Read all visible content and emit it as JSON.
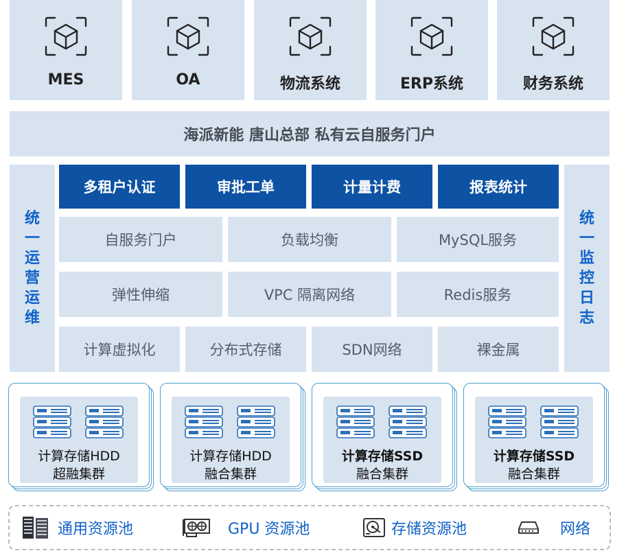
{
  "apps": [
    {
      "label": "MES",
      "icon": "cube-icon"
    },
    {
      "label": "OA",
      "icon": "cube-icon"
    },
    {
      "label": "物流系统",
      "icon": "cube-icon"
    },
    {
      "label": "ERP系统",
      "icon": "cube-icon"
    },
    {
      "label": "财务系统",
      "icon": "cube-icon"
    }
  ],
  "portal_title": "海派新能 唐山总部 私有云自服务门户",
  "left_side": [
    "统",
    "一",
    "运",
    "营",
    "运",
    "维"
  ],
  "right_side": [
    "统",
    "一",
    "监",
    "控",
    "日",
    "志"
  ],
  "top_services": [
    "多租户认证",
    "审批工单",
    "计量计费",
    "报表统计"
  ],
  "services_row1": [
    "自服务门户",
    "负载均衡",
    "MySQL服务"
  ],
  "services_row2": [
    "弹性伸缩",
    "VPC 隔离网络",
    "Redis服务"
  ],
  "services_row3": [
    "计算虚拟化",
    "分布式存储",
    "SDN网络",
    "裸金属"
  ],
  "clusters": [
    {
      "line1": "计算存储HDD",
      "line2": "超融集群"
    },
    {
      "line1": "计算存储HDD",
      "line2": "融合集群"
    },
    {
      "line1": "计算存储SSD",
      "line2": "融合集群"
    },
    {
      "line1": "计算存储SSD",
      "line2": "融合集群"
    }
  ],
  "pools": [
    {
      "label": "通用资源池",
      "icon": "server-rack-icon"
    },
    {
      "label": "GPU 资源池",
      "icon": "gpu-card-icon"
    },
    {
      "label": "存储资源池",
      "icon": "hard-disk-icon"
    },
    {
      "label": "网络",
      "icon": "network-switch-icon"
    }
  ],
  "colors": {
    "light": "#d8e3f0",
    "dark": "#0d52a3",
    "side_text": "#1062c8",
    "cluster_border": "#4f9fcf"
  }
}
